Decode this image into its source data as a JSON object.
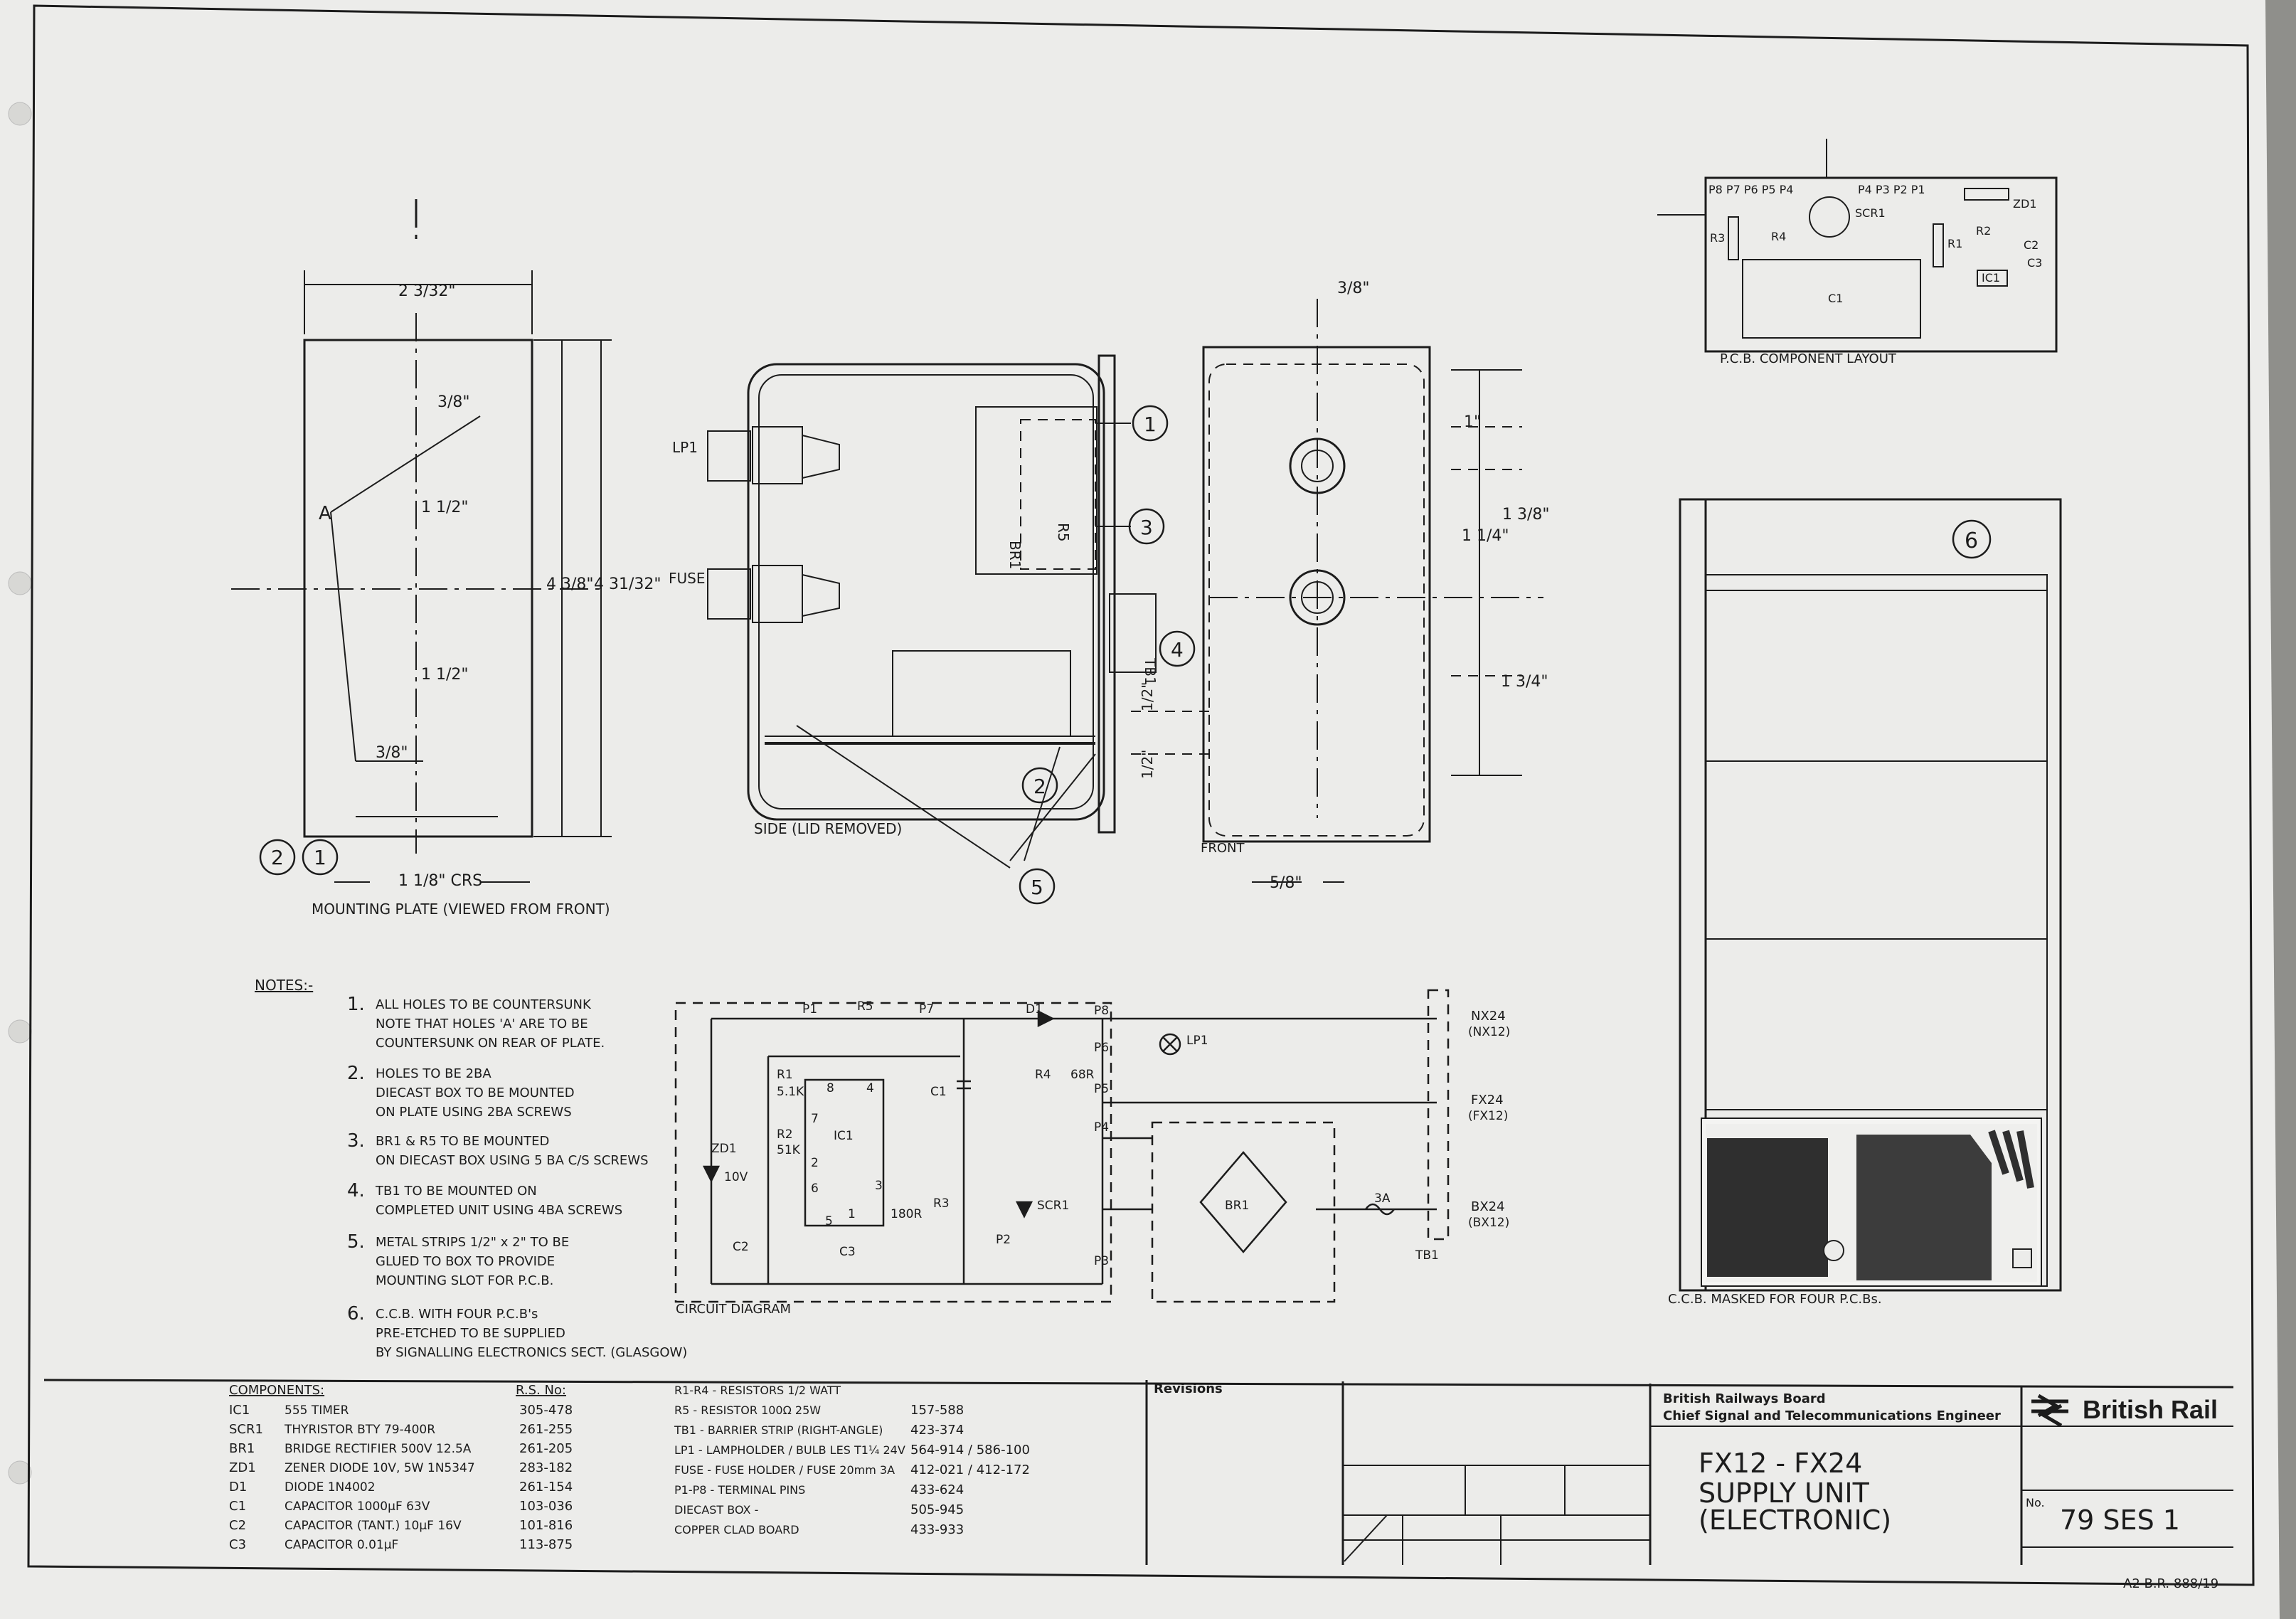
{
  "mounting_plate": {
    "caption": "MOUNTING PLATE (VIEWED FROM FRONT)",
    "dim_width": "2 3/32\"",
    "dim_height_1": "4 3/8\"",
    "dim_height_2": "4 31/32\"",
    "dim_top": "3/8\"",
    "dim_mid1": "1 1/2\"",
    "dim_mid2": "1 1/2\"",
    "dim_bottom": "3/8\"",
    "dim_crs": "1 1/8\" CRS",
    "hole_label": "A",
    "markers": [
      "2",
      "1"
    ]
  },
  "side_view": {
    "caption": "SIDE (LID REMOVED)",
    "label_lp1": "LP1",
    "label_fuse": "FUSE",
    "label_r5": "R5",
    "label_br1": "BR1",
    "label_tb1": "TB1",
    "dim_a": "1/2\"",
    "dim_b": "1/2\"",
    "markers": [
      "1",
      "3",
      "4",
      "2",
      "5"
    ]
  },
  "front_view": {
    "caption": "FRONT",
    "dim_top": "3/8\"",
    "dim_bottom": "5/8\"",
    "dim_1": "1\"",
    "dim_2": "1 3/8\"",
    "dim_3": "1 1/4\"",
    "dim_4": "1 3/4\""
  },
  "pcb_layout": {
    "caption": "P.C.B. COMPONENT LAYOUT",
    "pins_left": "P8 P7 P6 P5 P4",
    "pins_right": "P4 P3 P2 P1",
    "labels": [
      "ZD1",
      "SCR1",
      "R4",
      "R3",
      "R2",
      "R1",
      "C2",
      "C3",
      "IC1",
      "C1"
    ]
  },
  "ccb": {
    "caption": "C.C.B. MASKED FOR FOUR P.C.Bs.",
    "marker": "6"
  },
  "notes": {
    "heading": "NOTES:-",
    "items": [
      {
        "num": "1.",
        "lines": [
          "ALL HOLES TO BE COUNTERSUNK",
          "NOTE THAT HOLES 'A' ARE TO BE",
          "COUNTERSUNK ON REAR OF PLATE."
        ]
      },
      {
        "num": "2.",
        "lines": [
          "HOLES TO BE 2BA",
          "DIECAST BOX TO BE MOUNTED",
          "ON PLATE USING 2BA SCREWS"
        ]
      },
      {
        "num": "3.",
        "lines": [
          "BR1 & R5 TO BE MOUNTED",
          "ON DIECAST BOX USING 5 BA C/S SCREWS"
        ]
      },
      {
        "num": "4.",
        "lines": [
          "TB1 TO BE MOUNTED ON",
          "COMPLETED UNIT USING 4BA SCREWS"
        ]
      },
      {
        "num": "5.",
        "lines": [
          "METAL STRIPS 1/2\" x 2\" TO BE",
          "GLUED TO BOX TO PROVIDE",
          "MOUNTING SLOT FOR P.C.B."
        ]
      },
      {
        "num": "6.",
        "lines": [
          "C.C.B. WITH FOUR P.C.B's",
          "PRE-ETCHED TO BE SUPPLIED",
          "BY SIGNALLING ELECTRONICS SECT. (GLASGOW)"
        ]
      }
    ]
  },
  "circuit": {
    "caption": "CIRCUIT DIAGRAM",
    "labels": {
      "p1": "P1",
      "r5": "R5",
      "p7": "P7",
      "d1": "D1",
      "p8": "P8",
      "lp1": "LP1",
      "p6": "P6",
      "r4": "R4",
      "r4v": "68R",
      "p5": "P5",
      "p4": "P4",
      "c1": "C1",
      "r1": "R1",
      "r1v": "5.1K",
      "r2": "R2",
      "r2v": "51K",
      "ic1": "IC1",
      "zd1": "ZD1",
      "zdv": "10V",
      "c2": "C2",
      "c3": "C3",
      "r3": "R3",
      "r3v": "180R",
      "scr1": "SCR1",
      "p2": "P2",
      "p3": "P3",
      "br1": "BR1",
      "fuse": "3A",
      "tb1": "TB1",
      "pin8": "8",
      "pin4": "4",
      "pin7": "7",
      "pin2": "2",
      "pin6": "6",
      "pin3": "3",
      "pin1": "1",
      "pin5": "5"
    },
    "terminals": [
      {
        "a": "NX24",
        "b": "(NX12)"
      },
      {
        "a": "FX24",
        "b": "(FX12)"
      },
      {
        "a": "BX24",
        "b": "(BX12)"
      }
    ]
  },
  "title_block": {
    "components_heading": "COMPONENTS:",
    "rs_heading": "R.S. No:",
    "components": [
      {
        "ref": "IC1",
        "desc": "555 TIMER",
        "rs": "305-478"
      },
      {
        "ref": "SCR1",
        "desc": "THYRISTOR BTY 79-400R",
        "rs": "261-255"
      },
      {
        "ref": "BR1",
        "desc": "BRIDGE RECTIFIER 500V 12.5A",
        "rs": "261-205"
      },
      {
        "ref": "ZD1",
        "desc": "ZENER DIODE 10V, 5W 1N5347",
        "rs": "283-182"
      },
      {
        "ref": "D1",
        "desc": "DIODE 1N4002",
        "rs": "261-154"
      },
      {
        "ref": "C1",
        "desc": "CAPACITOR 1000µF 63V",
        "rs": "103-036"
      },
      {
        "ref": "C2",
        "desc": "CAPACITOR (TANT.) 10µF 16V",
        "rs": "101-816"
      },
      {
        "ref": "C3",
        "desc": "CAPACITOR 0.01µF",
        "rs": "113-875"
      }
    ],
    "components2": [
      {
        "desc": "R1-R4 - RESISTORS 1/2 WATT",
        "rs": ""
      },
      {
        "desc": "R5 - RESISTOR 100Ω 25W",
        "rs": "157-588"
      },
      {
        "desc": "TB1 - BARRIER STRIP (RIGHT-ANGLE)",
        "rs": "423-374"
      },
      {
        "desc": "LP1 - LAMPHOLDER / BULB LES T1¼ 24V",
        "rs": "564-914 / 586-100"
      },
      {
        "desc": "FUSE - FUSE HOLDER / FUSE 20mm 3A",
        "rs": "412-021 / 412-172"
      },
      {
        "desc": "P1-P8 - TERMINAL PINS",
        "rs": "433-624"
      },
      {
        "desc": "DIECAST BOX -",
        "rs": "505-945"
      },
      {
        "desc": "COPPER CLAD BOARD",
        "rs": "433-933"
      }
    ],
    "revisions_label": "Revisions",
    "org_line1": "British Railways Board",
    "org_line2": "Chief Signal and Telecommunications Engineer",
    "title_1": "FX12 - FX24",
    "title_2": "SUPPLY UNIT",
    "title_3": "(ELECTRONIC)",
    "brand": "British Rail",
    "no_label": "No.",
    "drawing_no": "79 SES 1",
    "sheet_ref": "A2  B.R. 888/19"
  },
  "colors": {
    "ink": "#1c1c1c",
    "paper": "#ececea",
    "background": "#8f8f8b"
  }
}
